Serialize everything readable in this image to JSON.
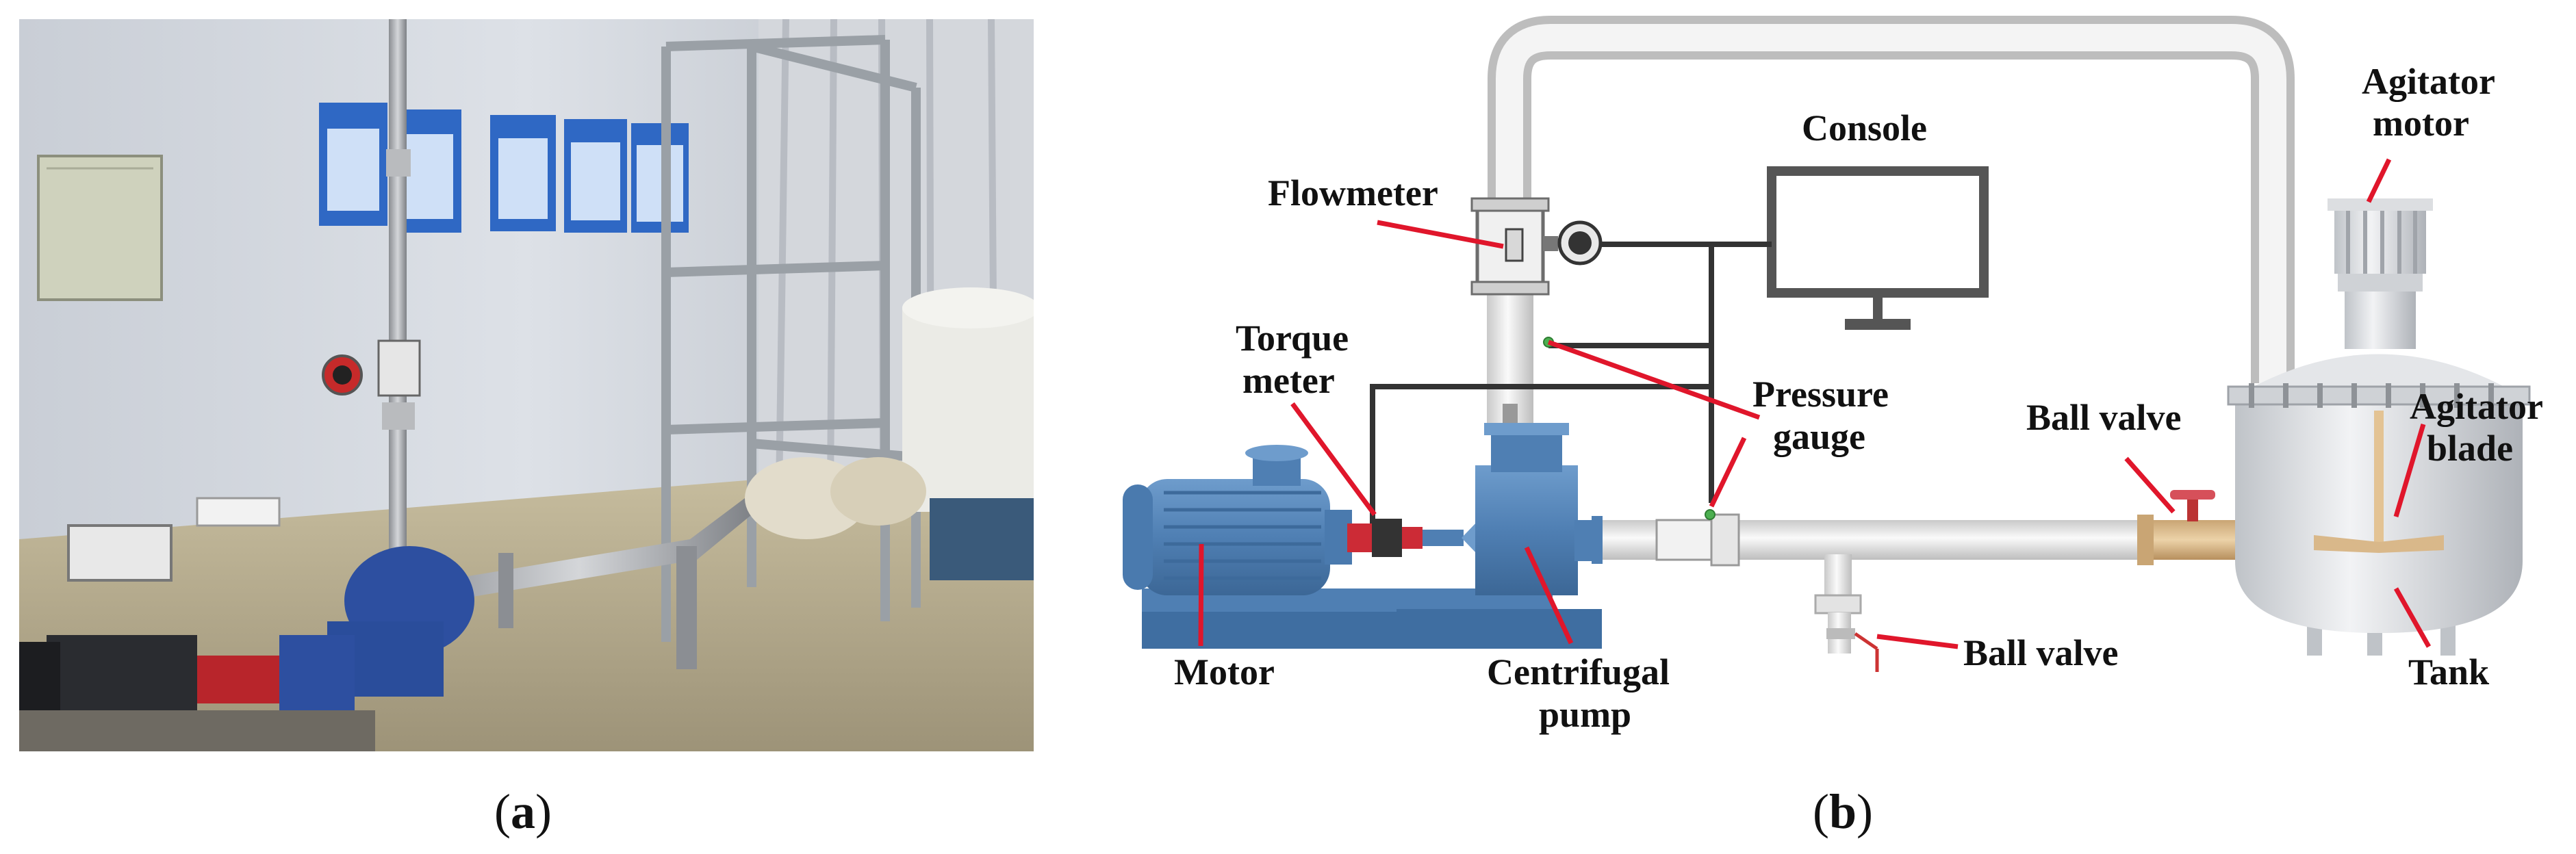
{
  "panel_a": {
    "caption_open": "(",
    "caption_letter": "a",
    "caption_close": ")"
  },
  "panel_b": {
    "caption_open": "(",
    "caption_letter": "b",
    "caption_close": ")",
    "labels": {
      "console": "Console",
      "flowmeter": "Flowmeter",
      "torque_line1": "Torque",
      "torque_line2": "meter",
      "pressure_line1": "Pressure",
      "pressure_line2": "gauge",
      "ball_valve_top": "Ball valve",
      "agitator_motor_line1": "Agitator",
      "agitator_motor_line2": "motor",
      "agitator_blade_line1": "Agitator",
      "agitator_blade_line2": "blade",
      "motor": "Motor",
      "pump_line1": "Centrifugal",
      "pump_line2": "pump",
      "ball_valve_bottom": "Ball valve",
      "tank": "Tank"
    }
  },
  "colors": {
    "pump_blue": "#4f7fb3",
    "pipe_gray": "#e4e4e4",
    "leader_red": "#e0162b",
    "brass": "#d9b88a"
  }
}
